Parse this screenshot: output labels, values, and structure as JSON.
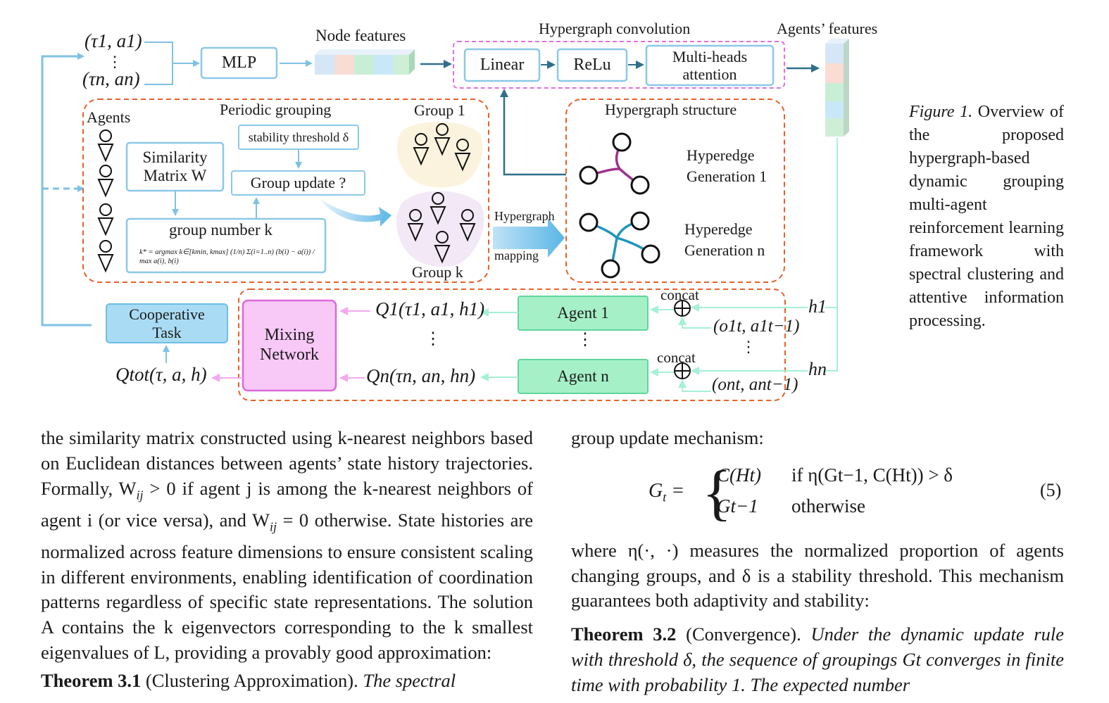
{
  "figure": {
    "inputs": {
      "first": "(τ1, a1)",
      "dots": "⋮",
      "last": "(τn, an)"
    },
    "mlp_label": "MLP",
    "node_features_label": "Node features",
    "hypergraph_conv_title": "Hypergraph convolution",
    "linear_label": "Linear",
    "relu_label": "ReLu",
    "mha_label": "Multi-heads attention",
    "agents_features_label": "Agents’ features",
    "periodic_grouping_title": "Periodic grouping",
    "agents_label": "Agents",
    "similarity_matrix_label": "Similarity Matrix W",
    "stability_threshold_label": "stability threshold δ",
    "group_update_label": "Group update ?",
    "group_number_label": "group number k",
    "formula_text": "k* = argmax k∈[kmin, kmax] (1/n) Σ(i=1..n) (b(i) − a(i)) / max a(i), b(i)",
    "group1_label": "Group 1",
    "groupk_label": "Group k",
    "hypergraph_mapping_top": "Hypergraph",
    "hypergraph_mapping_bottom": "mapping",
    "hypergraph_structure_title": "Hypergraph structure",
    "hyperedge1_label": "Hyperedge Generation 1",
    "hyperedgen_label": "Hyperedge Generation n",
    "cooperative_task_label": "Cooperative Task",
    "mixing_network_label": "Mixing Network",
    "q_tot_label": "Qtot(τ, a, h)",
    "q1_label": "Q1(τ1, a1, h1)",
    "qn_label": "Qn(τn, an, hn)",
    "agent1_label": "Agent 1",
    "agentn_label": "Agent n",
    "concat_label": "concat",
    "h1_label": "h1",
    "hn_label": "hn",
    "o1_label": "(o1t, a1t−1)",
    "on_label": "(ont, ant−1)",
    "vdots": "⋮",
    "colors": {
      "blue_line": "#7fc1e3",
      "orange_dashed": "#e6602a",
      "magenta_dashed": "#e06fe0",
      "teal_arrow": "#2f6f8a",
      "green_box": "#a6f0c8",
      "pink_box": "#f8c8f6",
      "cooperative_box": "#a9dcf4",
      "hyperedge1": "#a0308e",
      "hyperedgen": "#1f95bf"
    }
  },
  "caption": {
    "label": "Figure 1.",
    "text": "Overview of the proposed hypergraph-based dynamic grouping multi-agent reinforcement learning framework with spectral clustering and attentive information processing."
  },
  "left_column": {
    "p1_a": "the similarity matrix constructed using k-nearest neighbors based on Euclidean distances between agents’ state history trajectories. Formally, W",
    "p1_b": "ij",
    "p1_c": " > 0 if agent j is among the k-nearest neighbors of agent i (or vice versa), and W",
    "p1_d": "ij",
    "p1_e": " = 0 otherwise. State histories are normalized across feature dimensions to ensure consistent scaling in different environments, enabling identification of coordination patterns regardless of specific state representations. The solution A contains the k eigenvectors corresponding to the k smallest eigenvalues of L, providing a provably good approximation:",
    "theorem_head": "Theorem 3.1",
    "theorem_name": " (Clustering Approximation).",
    "theorem_text": " The spectral"
  },
  "right_column": {
    "p1": "group update mechanism:",
    "equation": {
      "lhs": "G",
      "lhs_sub": "t",
      "case1_value": "C(Ht)",
      "case1_cond": "if η(Gt−1, C(Ht)) > δ",
      "case2_value": "Gt−1",
      "case2_cond": "otherwise",
      "number": "(5)"
    },
    "p2": "where η(·, ·) measures the normalized proportion of agents changing groups, and δ is a stability threshold. This mechanism guarantees both adaptivity and stability:",
    "theorem_head": "Theorem 3.2",
    "theorem_name": " (Convergence).",
    "theorem_text": " Under the dynamic update rule with threshold δ, the sequence of groupings Gt converges in finite time with probability 1. The expected number"
  }
}
